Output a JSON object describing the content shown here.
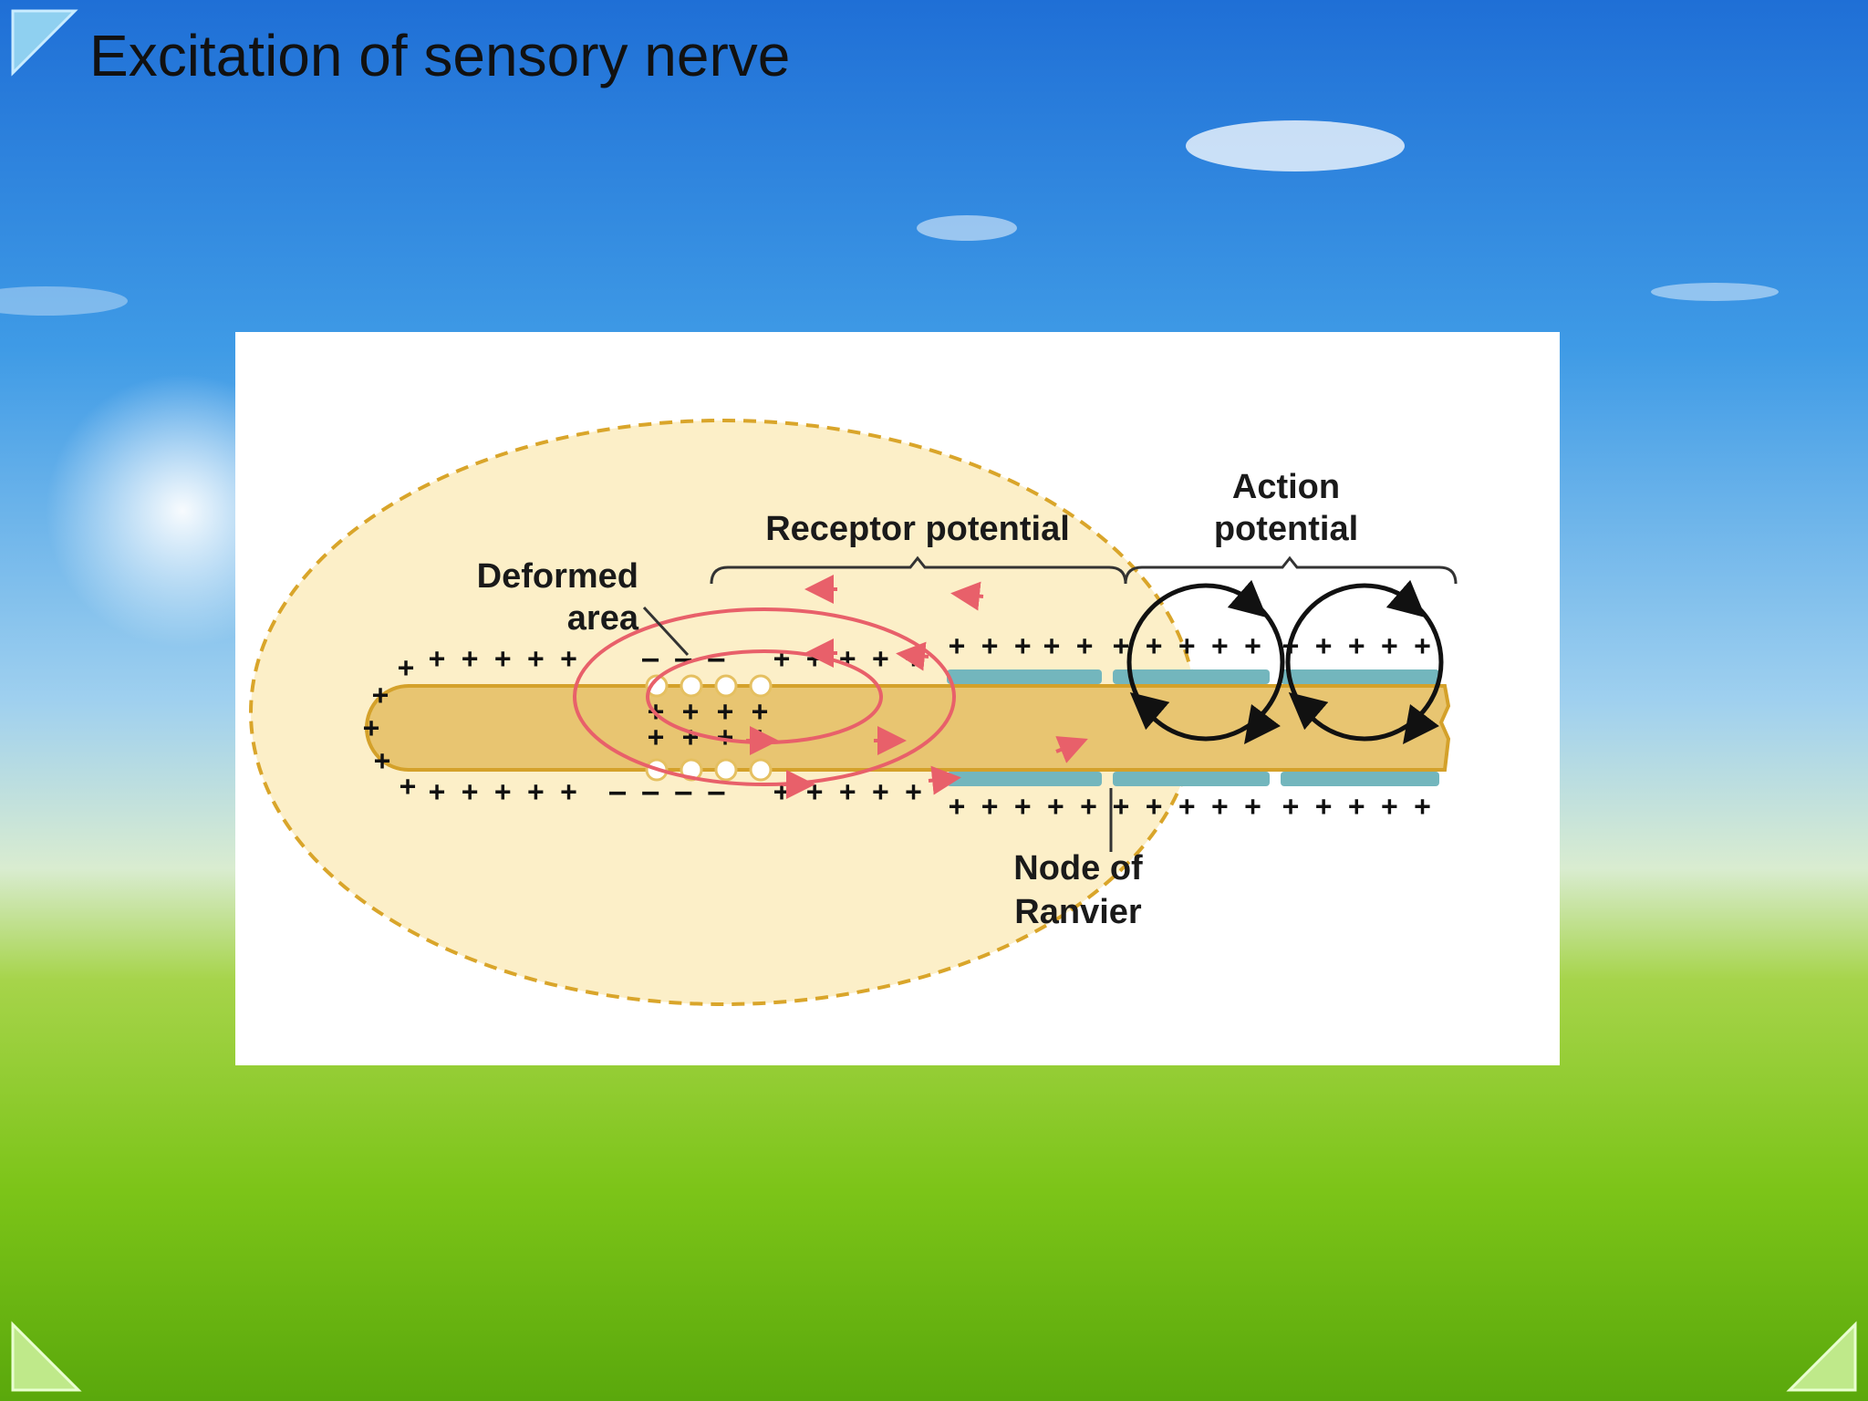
{
  "slide": {
    "title": "Excitation of sensory nerve"
  },
  "diagram": {
    "labels": {
      "receptor_potential": "Receptor potential",
      "action_potential_line1": "Action",
      "action_potential_line2": "potential",
      "deformed_area_line1": "Deformed",
      "deformed_area_line2": "area",
      "node_line1": "Node of",
      "node_line2": "Ranvier"
    },
    "signs": {
      "top_left_plus": "+ + + + +",
      "top_left_minus": "– – –",
      "top_mid_plus": "+ + + + +",
      "top_myelin_plus": "+ + +",
      "top_gap_plus": "+ +",
      "top_seg2_plus": "+ + + + +",
      "top_seg3_plus": "+ + + + +",
      "bottom_left_plus": "+ + + + +",
      "bottom_left_minus": "– – – –",
      "bottom_mid_plus": "+ + + + +",
      "bottom_seg1_plus": "+ + + + +",
      "bottom_seg2_plus": "+ + + + +",
      "bottom_seg3_plus": "+ + + + +",
      "tip_plus": "+",
      "inner_plus": "+"
    },
    "colors": {
      "ellipse_fill": "#fcefc8",
      "ellipse_stroke": "#d9a52a",
      "axon_fill": "#e8c571",
      "myelin": "#73b6bd",
      "current_loop": "#e8606a",
      "action_loop": "#111111"
    }
  }
}
